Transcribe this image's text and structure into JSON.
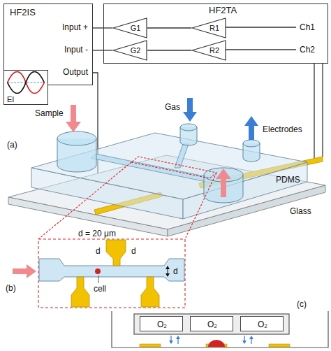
{
  "diagram": {
    "nodes": [
      {
        "text": [
          "HF2IS",
          "Input +",
          "Input -",
          "Output"
        ]
      },
      {
        "text": [
          "HF2TA",
          "Ch1",
          "Ch2"
        ]
      },
      {
        "text": [
          "G1"
        ],
        "in": 1
      },
      {
        "text": [
          "G2"
        ],
        "in": 1
      },
      {
        "text": [
          "R1"
        ],
        "in": 1
      },
      {
        "text": [
          "R2"
        ],
        "in": 1
      },
      {
        "text": [
          "EI"
        ]
      },
      {
        "text": [
          "O₂"
        ]
      },
      {
        "text": [
          "O₂"
        ]
      },
      {
        "text": [
          "O₂"
        ]
      }
    ],
    "edges": [
      {
        "from": 2,
        "to": 0,
        "arrow": "none"
      },
      {
        "from": 3,
        "to": 0,
        "arrow": "none"
      },
      {
        "from": 4,
        "to": 2,
        "arrow": "none"
      },
      {
        "from": 5,
        "to": 3,
        "arrow": "none"
      }
    ],
    "labels": [
      "Sample",
      "Gas",
      "Electrodes",
      "PDMS",
      "Glass",
      "(a)",
      "(b)",
      "(c)",
      "d = 20 μm",
      "d",
      "d",
      "d",
      "cell"
    ]
  }
}
